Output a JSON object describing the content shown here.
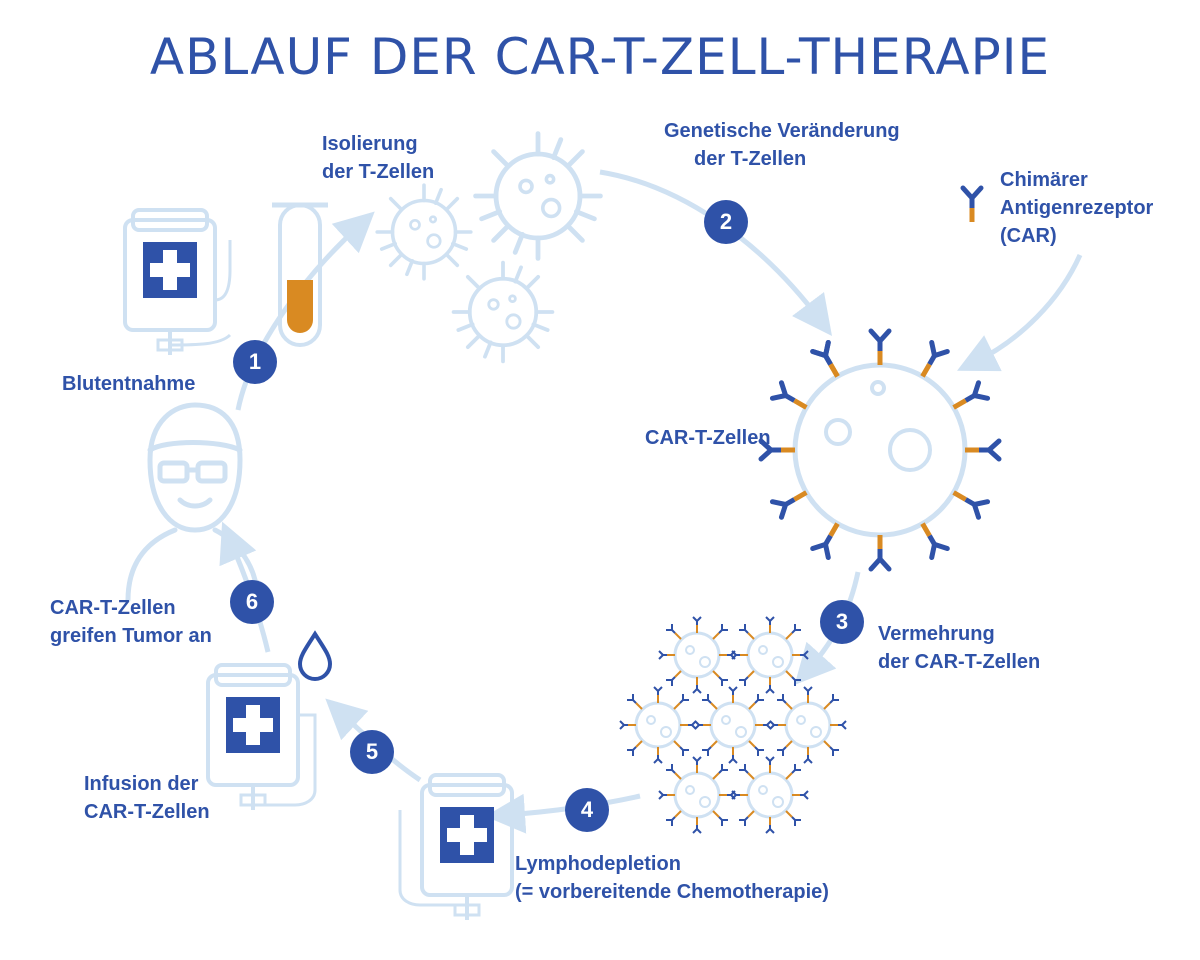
{
  "title": "ABLAUF DER CAR-T-ZELL-THERAPIE",
  "colors": {
    "primary": "#2f52a8",
    "light": "#cfe1f2",
    "orange": "#d98a22"
  },
  "labels": {
    "blood": "Blutentnahme",
    "isolation": [
      "Isolierung",
      "der T-Zellen"
    ],
    "genetic": [
      "Genetische Veränderung",
      "der T-Zellen"
    ],
    "car": [
      "Chimärer",
      "Antigenrezeptor",
      "(CAR)"
    ],
    "cart": "CAR-T-Zellen",
    "expansion": [
      "Vermehrung",
      "der CAR-T-Zellen"
    ],
    "lympho": [
      "Lymphodepletion",
      "(= vorbereitende Chemotherapie)"
    ],
    "infusion": [
      "Infusion der",
      "CAR-T-Zellen"
    ],
    "attack": [
      "CAR-T-Zellen",
      "greifen Tumor an"
    ]
  },
  "steps": [
    "1",
    "2",
    "3",
    "4",
    "5",
    "6"
  ],
  "icons": {
    "blood_bag": "blood-bag-icon",
    "test_tube": "test-tube-icon",
    "t_cell": "t-cell-icon",
    "car_receptor": "car-receptor-icon",
    "car_t_cell": "car-t-cell-icon",
    "cell_cluster": "expanded-cells-icon",
    "chemo_bag": "chemo-bag-icon",
    "drop": "drop-icon",
    "patient": "patient-icon"
  }
}
